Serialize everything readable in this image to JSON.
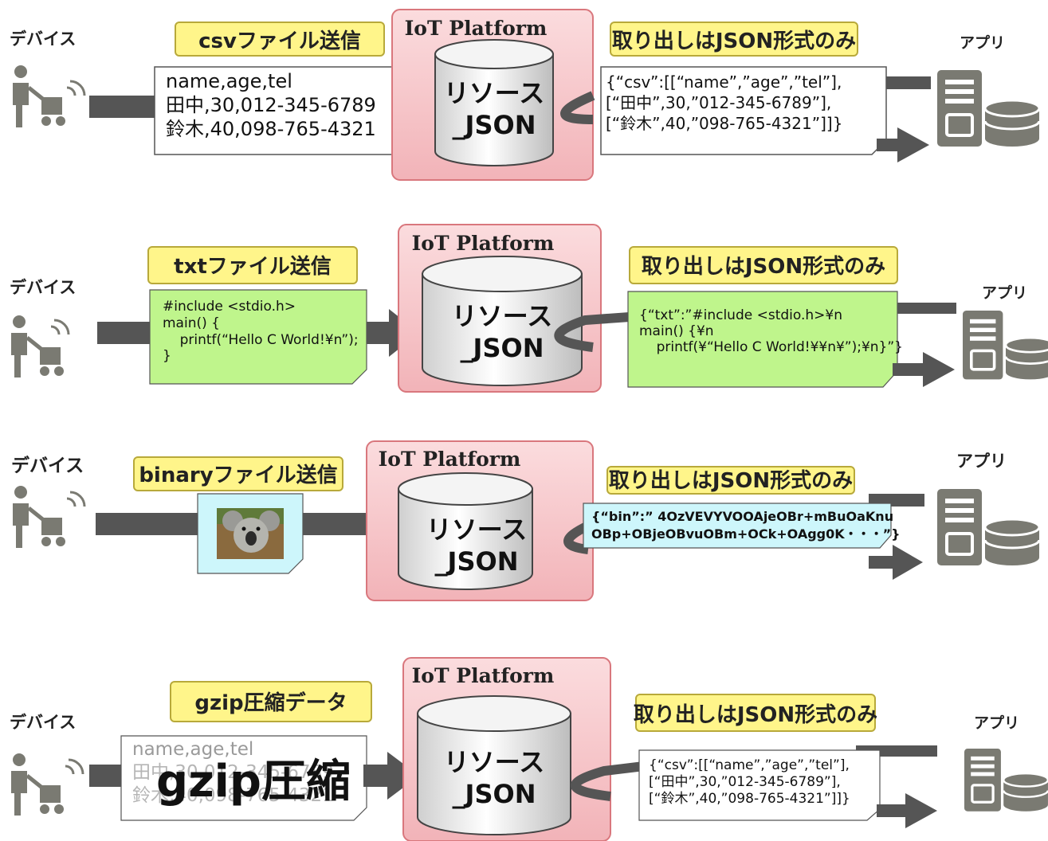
{
  "rows": [
    {
      "device_label": "デバイス",
      "send_label": "csvファイル送信",
      "platform_label": "IoT Platform",
      "resource_line1": "リソース",
      "resource_line2": "_JSON",
      "output_label": "取り出しはJSON形式のみ",
      "app_label": "アプリ",
      "input_lines": [
        "name,age,tel",
        "田中,30,012-345-6789",
        "鈴木,40,098-765-4321"
      ],
      "output_lines": [
        "{“csv”:[[“name”,”age”,”tel”],",
        "[“田中”,30,”012-345-6789”],",
        "[“鈴木”,40,”098-765-4321”]]}"
      ]
    },
    {
      "device_label": "デバイス",
      "send_label": "txtファイル送信",
      "platform_label": "IoT Platform",
      "resource_line1": "リソース",
      "resource_line2": "_JSON",
      "output_label": "取り出しはJSON形式のみ",
      "app_label": "アプリ",
      "input_lines": [
        "#include <stdio.h>",
        "main() {",
        "    printf(“Hello C World!¥n”);",
        "}"
      ],
      "output_lines": [
        "{“txt”:”#include <stdio.h>¥n",
        "main() {¥n",
        "    printf(¥“Hello C World!¥¥n¥”);¥n}”}"
      ]
    },
    {
      "device_label": "デバイス",
      "send_label": "binaryファイル送信",
      "platform_label": "IoT Platform",
      "resource_line1": "リソース",
      "resource_line2": "_JSON",
      "output_label": "取り出しはJSON形式のみ",
      "app_label": "アプリ",
      "input_lines": [],
      "output_lines": [
        "{“bin”:” 4OzVEVYVOOAjeOBr+mBuOaKnu",
        "OBp+OBjeOBvuOBm+OCk+OAgg0K・・・”}"
      ]
    },
    {
      "device_label": "デバイス",
      "send_label": "gzip圧縮データ",
      "platform_label": "IoT Platform",
      "resource_line1": "リソース",
      "resource_line2": "_JSON",
      "output_label": "取り出しはJSON形式のみ",
      "app_label": "アプリ",
      "input_lines": [
        "name,age,tel",
        "田中,30,012-345-6789",
        "鈴木,40,098-765-4321"
      ],
      "overlay_text": "gzip圧縮",
      "output_lines": [
        "{“csv”:[[“name”,”age”,”tel”],",
        "[“田中”,30,”012-345-6789”],",
        "[“鈴木”,40,”098-765-4321”]]}"
      ]
    }
  ],
  "colors": {
    "yellow_label": "#fff58a",
    "yellow_label_border": "#b8a93a",
    "platform_fill": "#f7c6c9",
    "platform_border": "#d9777d",
    "green_note": "#bff58c",
    "cyan_note": "#cdf6fb",
    "arrow_gray": "#555555",
    "icon_gray": "#7a7a72"
  },
  "icons": {
    "device": "person-with-cart-wireless-icon",
    "app": "server-database-icon",
    "binary": "koala-photo"
  }
}
